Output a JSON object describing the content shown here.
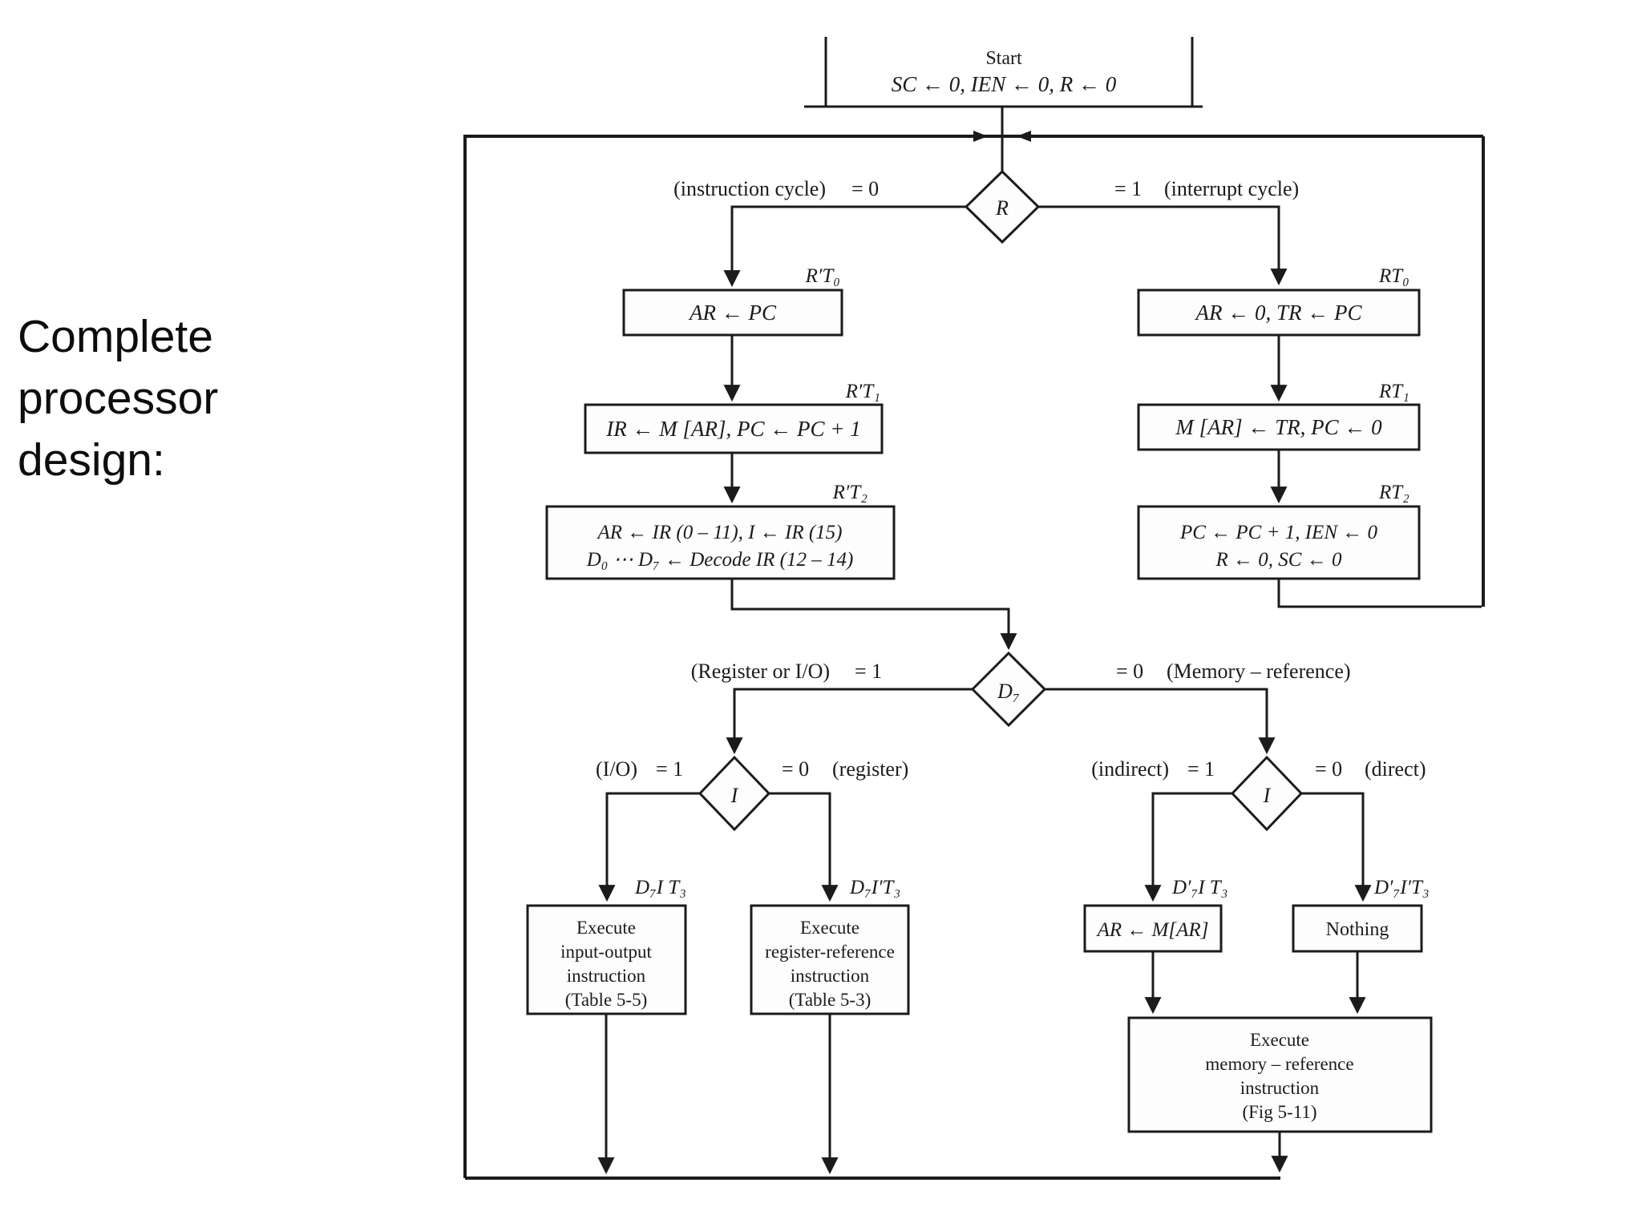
{
  "page": {
    "background": "#ffffff",
    "ink": "#1b1b1b"
  },
  "caption": {
    "lines": [
      "Complete",
      "processor",
      "design:"
    ]
  },
  "flowchart": {
    "start": {
      "title": "Start",
      "action": "SC ← 0, IEN ← 0, R ← 0"
    },
    "decisions": {
      "r": {
        "label": "R",
        "left_cond": "(instruction cycle)",
        "left_val": "= 0",
        "right_val": "= 1",
        "right_cond": "(interrupt cycle)"
      },
      "d7": {
        "label": "D₇",
        "left_cond": "(Register or I/O)",
        "left_val": "= 1",
        "right_val": "= 0",
        "right_cond": "(Memory – reference)"
      },
      "i_left": {
        "label": "I",
        "left_cond": "(I/O)",
        "left_val": "= 1",
        "right_val": "= 0",
        "right_cond": "(register)"
      },
      "i_right": {
        "label": "I",
        "left_cond": "(indirect)",
        "left_val": "= 1",
        "right_val": "= 0",
        "right_cond": "(direct)"
      }
    },
    "boxes": {
      "fetch0": {
        "tag": "R′T₀",
        "text": "AR ← PC"
      },
      "fetch1": {
        "tag": "R′T₁",
        "text": "IR ← M [AR],  PC ← PC + 1"
      },
      "decode": {
        "tag": "R′T₂",
        "line1": "AR ← IR (0 – 11),  I ← IR (15)",
        "line2": "D₀ ⋯ D₇ ← Decode IR (12 – 14)"
      },
      "int0": {
        "tag": "RT₀",
        "text": "AR ← 0, TR ← PC"
      },
      "int1": {
        "tag": "RT₁",
        "text": "M [AR] ← TR,  PC ← 0"
      },
      "int2": {
        "tag": "RT₂",
        "line1": "PC ← PC + 1,  IEN ← 0",
        "line2": "R ← 0, SC ← 0"
      },
      "exec_io": {
        "tag": "D₇I T₃",
        "lines": [
          "Execute",
          "input-output",
          "instruction",
          "(Table 5-5)"
        ]
      },
      "exec_reg": {
        "tag": "D₇I′T₃",
        "lines": [
          "Execute",
          "register-reference",
          "instruction",
          "(Table 5-3)"
        ]
      },
      "indirect": {
        "tag": "D′₇I T₃",
        "text": "AR ← M[AR]"
      },
      "nothing": {
        "tag": "D′₇I′T₃",
        "text": "Nothing"
      },
      "exec_mem": {
        "lines": [
          "Execute",
          "memory – reference",
          "instruction",
          "(Fig 5-11)"
        ]
      }
    }
  }
}
